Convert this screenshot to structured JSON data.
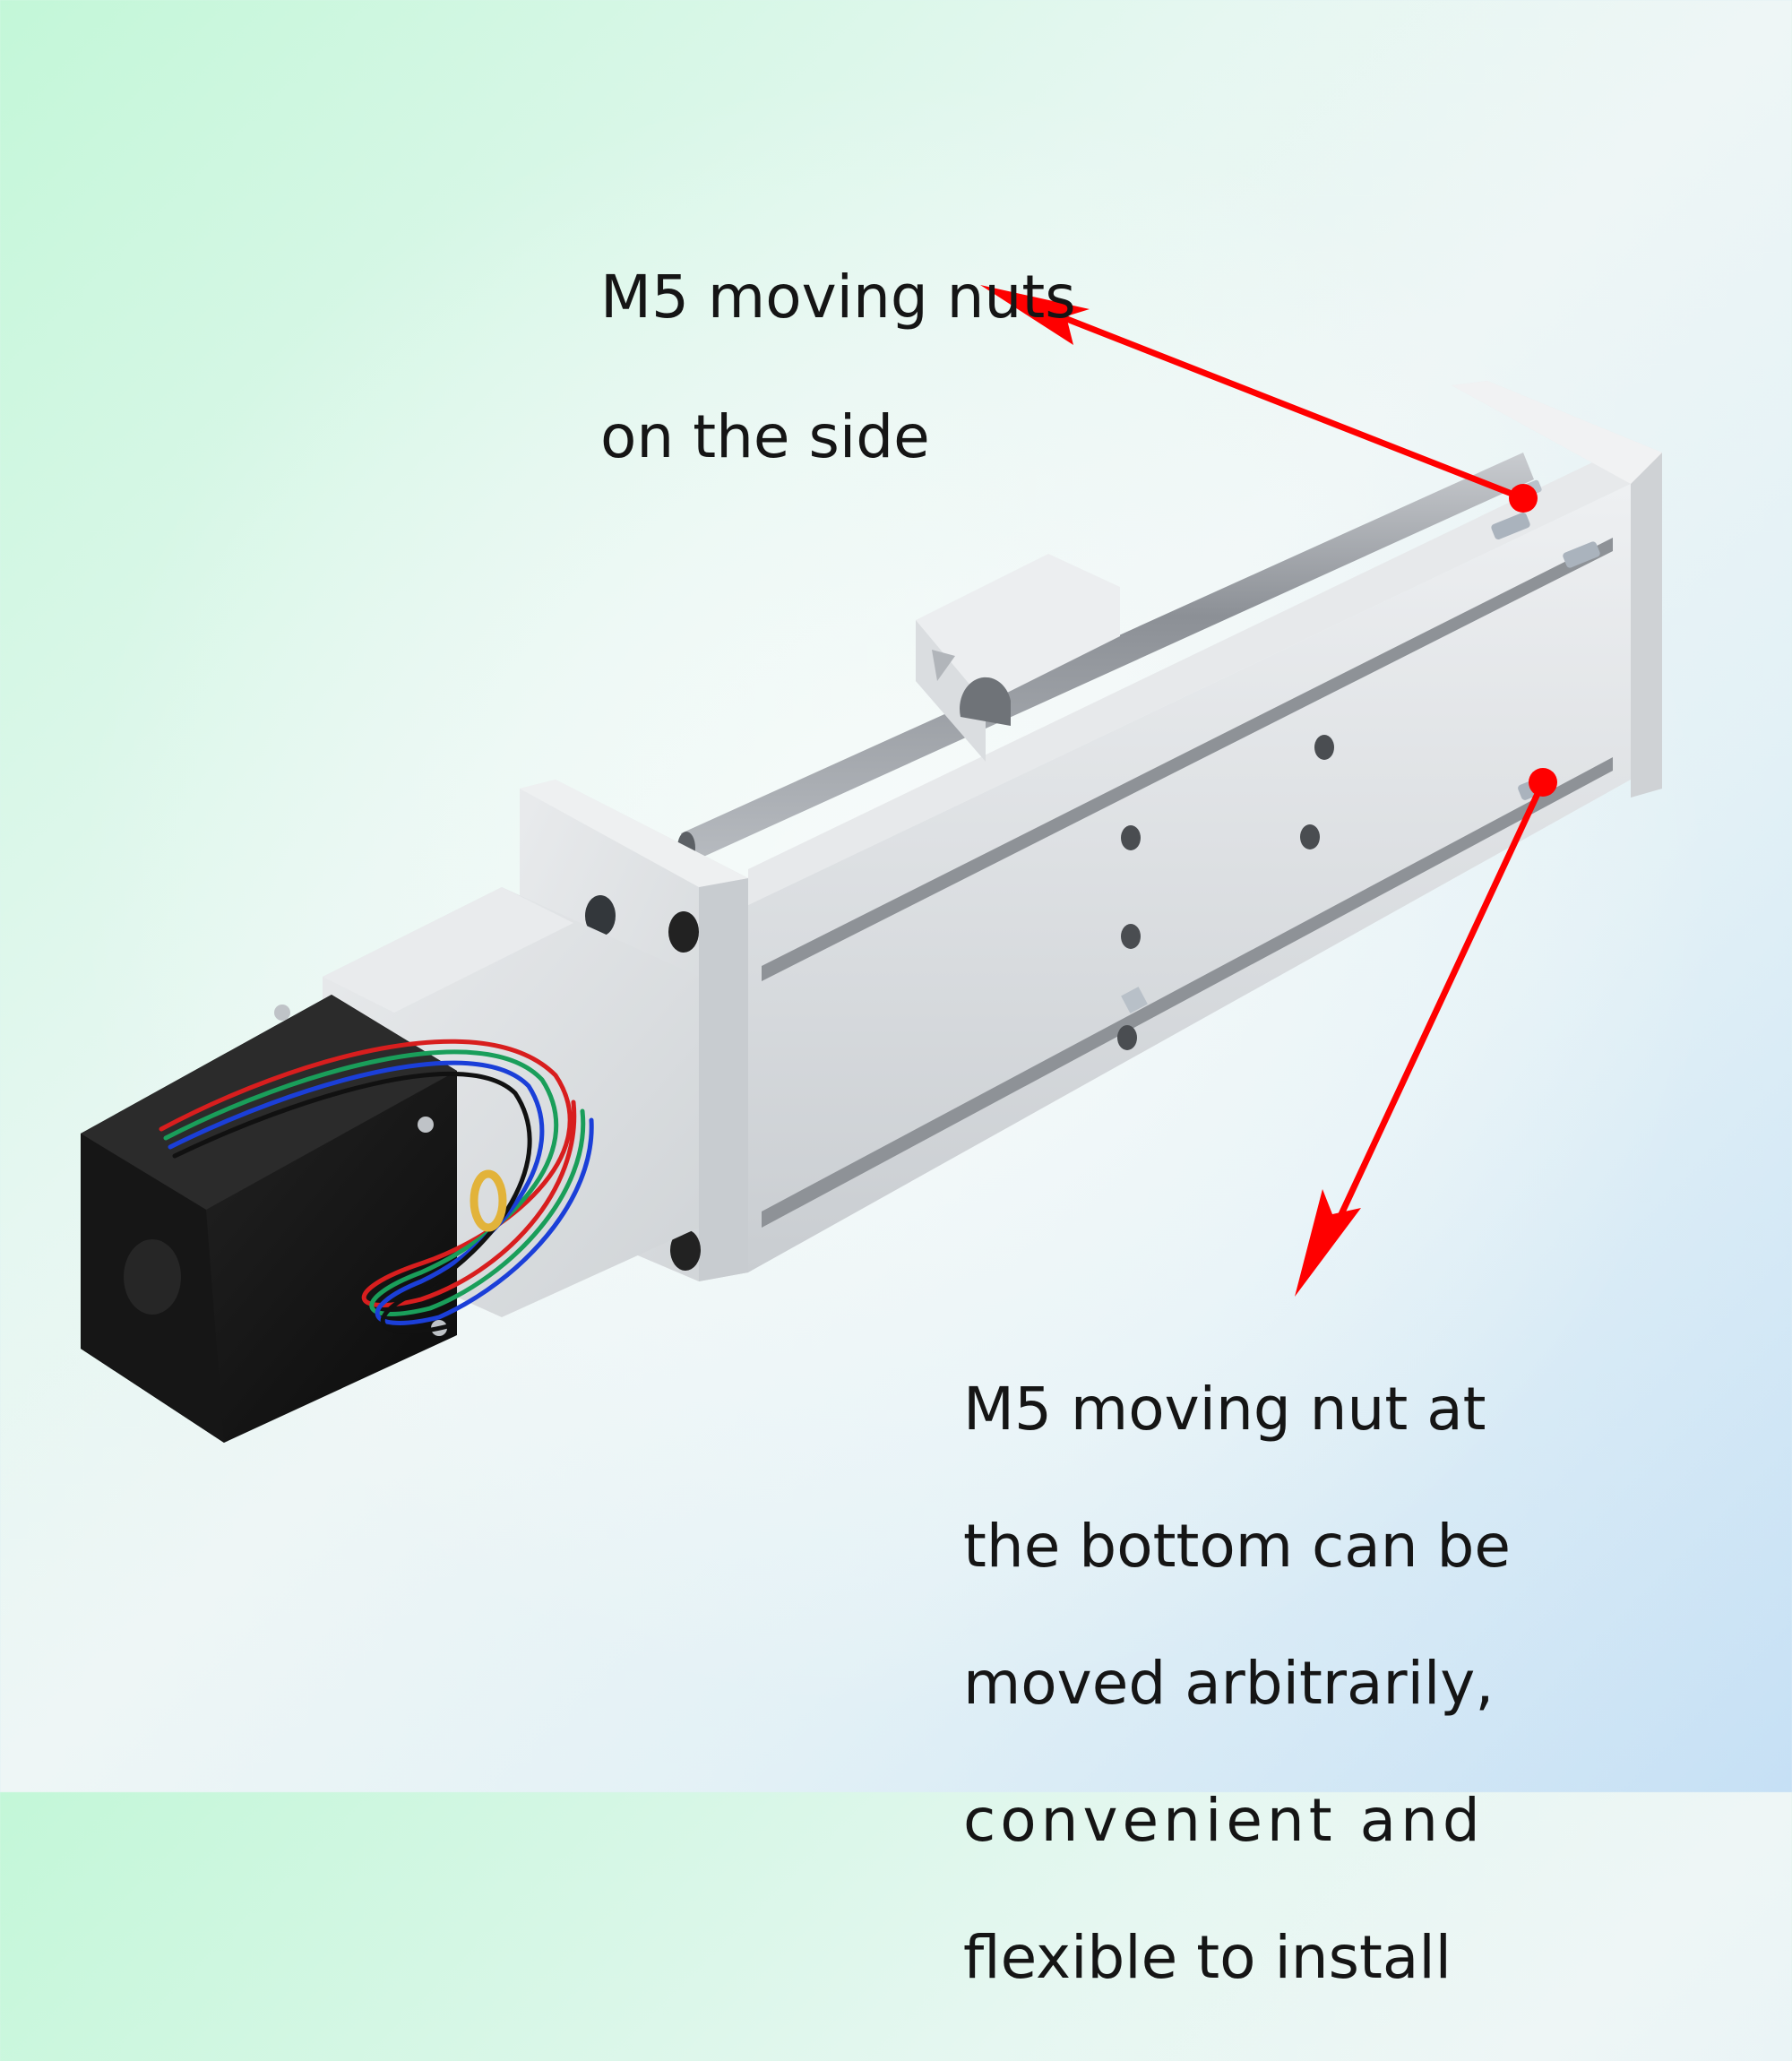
{
  "image": {
    "subject": "CNC linear slide rail actuator with NEMA stepper motor",
    "background_gradient": [
      "#c3f7d8",
      "#eef6f6",
      "#c6e0f5"
    ]
  },
  "annotations": {
    "accent_color": "#ff0000",
    "top_callout": {
      "lines": [
        "M5 moving nuts",
        "on the side"
      ],
      "target": "side T-slot nuts near right end plate"
    },
    "bottom_callout": {
      "lines": [
        "M5 moving nut at",
        "the bottom can be",
        "moved arbitrarily,",
        "convenient and",
        "flexible to install"
      ],
      "target": "bottom T-slot nut near right end plate"
    }
  },
  "product_parts": {
    "motor_wire_colors": [
      "#d81e1e",
      "#1a9e5a",
      "#1b3fd8",
      "#111111"
    ],
    "motor_body_color": "#111111",
    "aluminum_color": "#d9dcdf",
    "rod_color": "#9a9ea3"
  }
}
